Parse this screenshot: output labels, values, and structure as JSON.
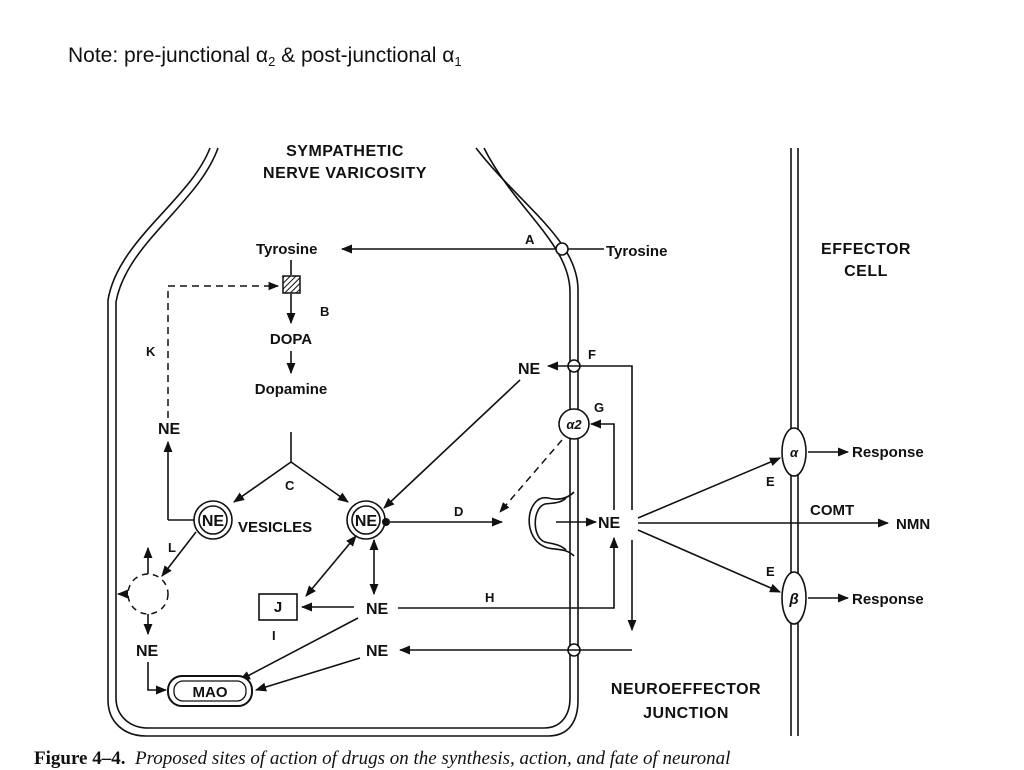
{
  "note": {
    "prefix": "Note: pre-junctional α",
    "sub1": "2",
    "middle": " & post-junctional α",
    "sub2": "1"
  },
  "diagram": {
    "title_line1": "SYMPATHETIC",
    "title_line2": "NERVE VARICOSITY",
    "effector_line1": "EFFECTOR",
    "effector_line2": "CELL",
    "junction_line1": "NEUROEFFECTOR",
    "junction_line2": "JUNCTION",
    "tyrosine_in": "Tyrosine",
    "tyrosine_out": "Tyrosine",
    "dopa": "DOPA",
    "dopamine": "Dopamine",
    "vesicles": "VESICLES",
    "ne": "NE",
    "alpha2": "α2",
    "alpha": "α",
    "beta": "β",
    "mao": "MAO",
    "j": "J",
    "comt": "COMT",
    "nmn": "NMN",
    "response": "Response",
    "letters": {
      "a": "A",
      "b": "B",
      "c": "C",
      "d": "D",
      "e": "E",
      "f": "F",
      "g": "G",
      "h": "H",
      "i": "I",
      "k": "K",
      "l": "L"
    }
  },
  "caption": {
    "figure": "Figure 4–4.",
    "text": "Proposed sites of action of drugs on the synthesis, action, and fate of neuronal"
  }
}
